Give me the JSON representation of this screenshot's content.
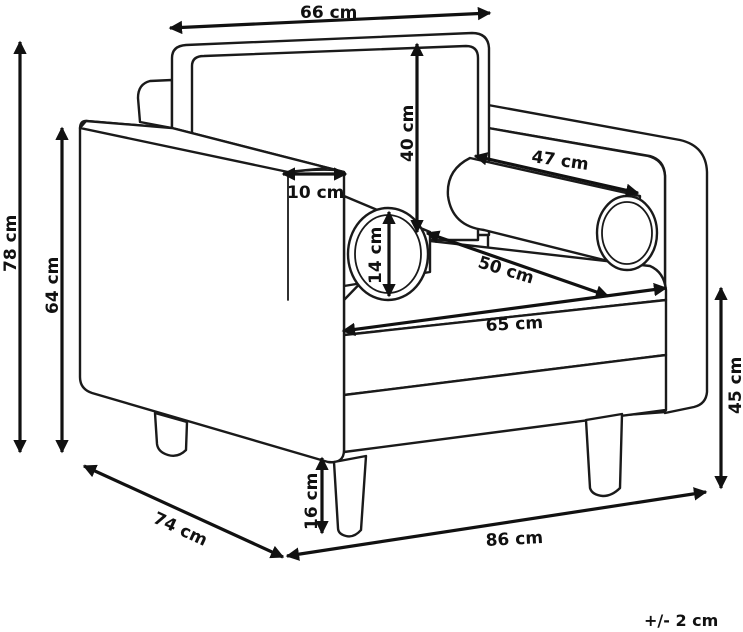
{
  "dimensions": {
    "back_width": "66 cm",
    "back_cushion_height": "40 cm",
    "bolster_length": "47 cm",
    "arm_width": "10 cm",
    "bolster_diameter": "14 cm",
    "seat_depth": "50 cm",
    "seat_width": "65 cm",
    "total_height": "78 cm",
    "arm_height": "64 cm",
    "seat_height": "45 cm",
    "leg_height": "16 cm",
    "depth": "74 cm",
    "width": "86 cm"
  },
  "tolerance": "+/- 2 cm"
}
